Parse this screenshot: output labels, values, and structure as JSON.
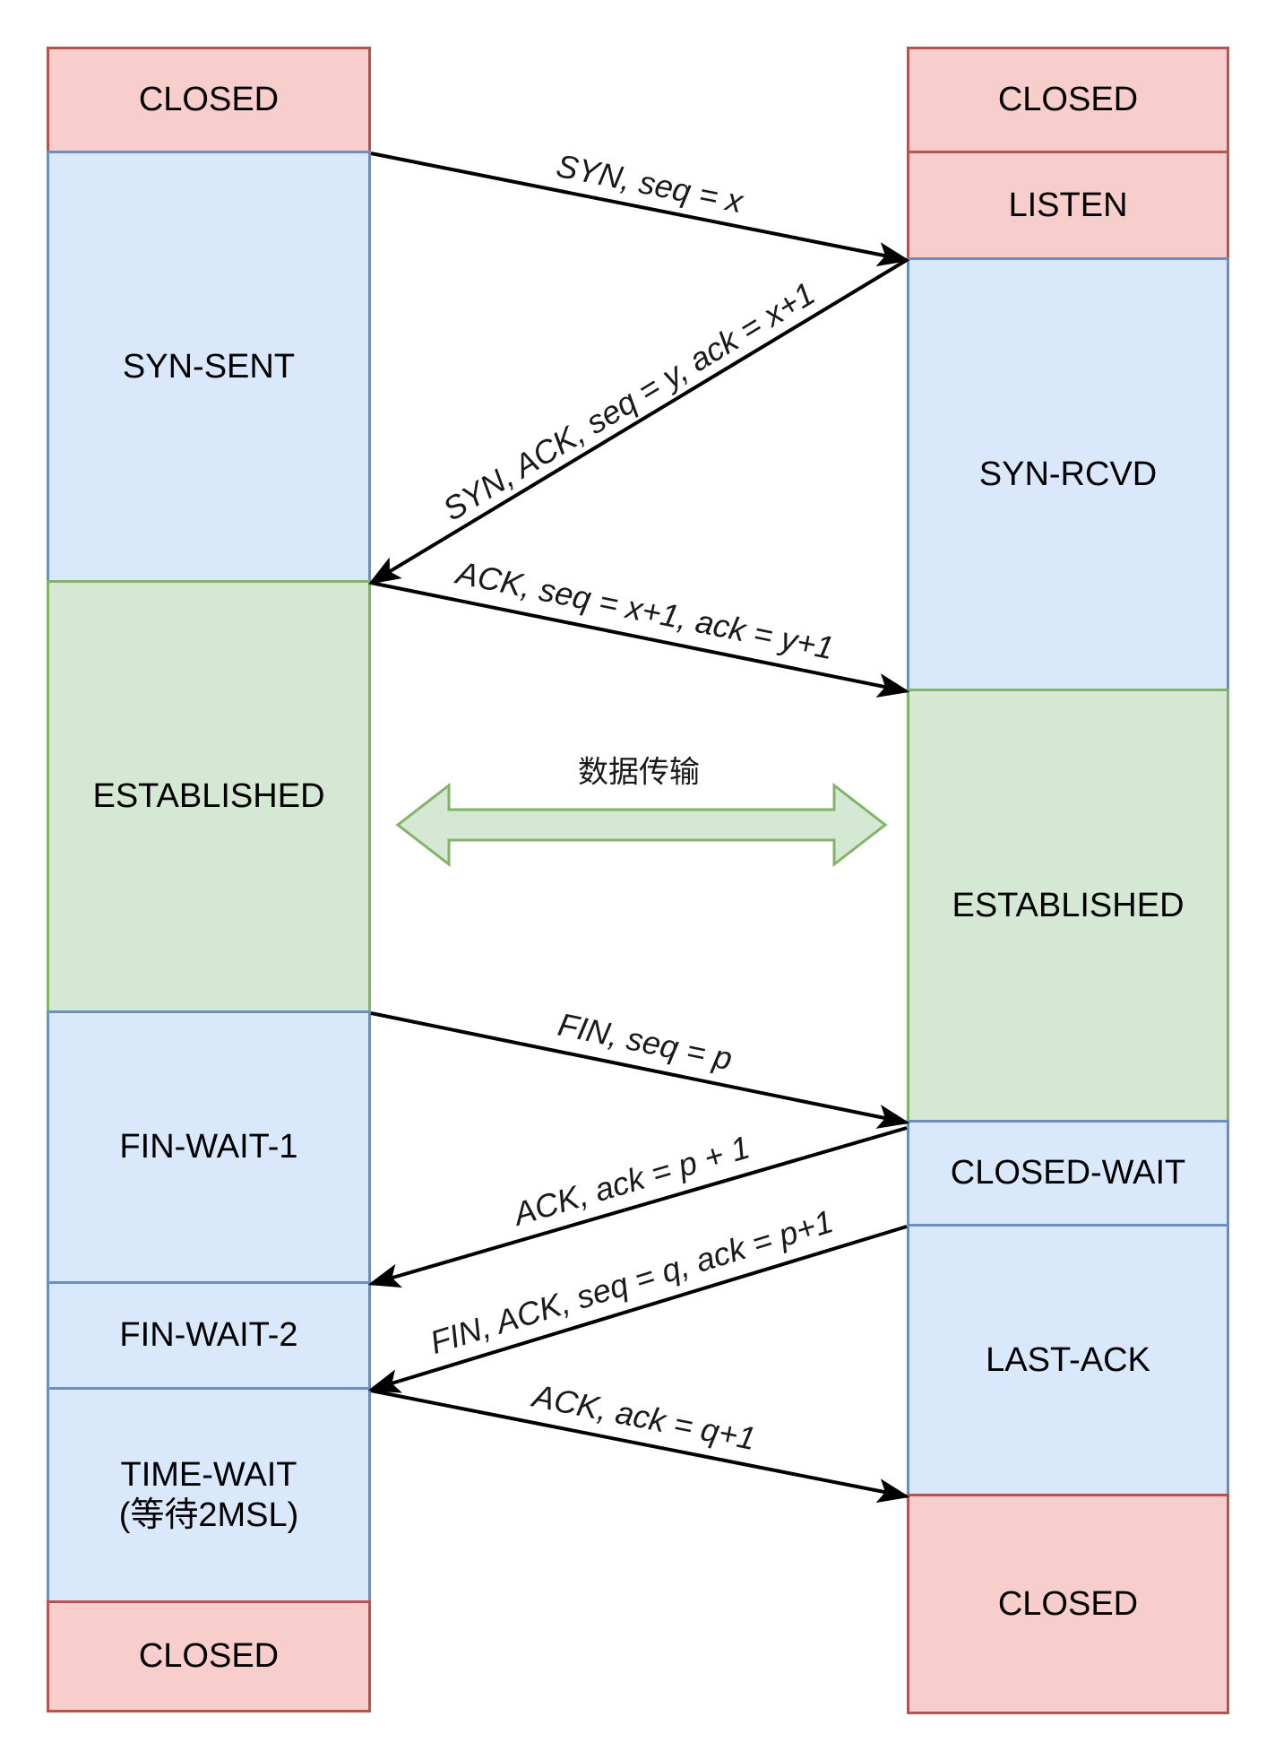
{
  "diagram": {
    "type": "tcp-connection-sequence",
    "client_states": [
      {
        "label": "CLOSED",
        "color": "red"
      },
      {
        "label": "SYN-SENT",
        "color": "blue"
      },
      {
        "label": "ESTABLISHED",
        "color": "green"
      },
      {
        "label": "FIN-WAIT-1",
        "color": "blue"
      },
      {
        "label": "FIN-WAIT-2",
        "color": "blue"
      },
      {
        "label": "TIME-WAIT",
        "sublabel": "(等待2MSL)",
        "color": "blue"
      },
      {
        "label": "CLOSED",
        "color": "red"
      }
    ],
    "server_states": [
      {
        "label": "CLOSED",
        "color": "red"
      },
      {
        "label": "LISTEN",
        "color": "red"
      },
      {
        "label": "SYN-RCVD",
        "color": "blue"
      },
      {
        "label": "ESTABLISHED",
        "color": "green"
      },
      {
        "label": "CLOSED-WAIT",
        "color": "blue"
      },
      {
        "label": "LAST-ACK",
        "color": "blue"
      },
      {
        "label": "CLOSED",
        "color": "red"
      }
    ],
    "messages": [
      {
        "label": "SYN, seq = x",
        "from": "client",
        "to": "server"
      },
      {
        "label": "SYN, ACK, seq = y, ack = x+1",
        "from": "server",
        "to": "client"
      },
      {
        "label": "ACK, seq = x+1, ack = y+1",
        "from": "client",
        "to": "server"
      },
      {
        "label": "FIN, seq = p",
        "from": "client",
        "to": "server"
      },
      {
        "label": "ACK, ack = p + 1",
        "from": "server",
        "to": "client"
      },
      {
        "label": "FIN, ACK, seq = q, ack = p+1",
        "from": "server",
        "to": "client"
      },
      {
        "label": "ACK, ack = q+1",
        "from": "client",
        "to": "server"
      }
    ],
    "data_transfer": {
      "label": "数据传输",
      "direction": "bidirectional"
    },
    "colors": {
      "closed_fill": "#f8cecc",
      "closed_stroke": "#b85450",
      "wait_fill": "#dae8fc",
      "wait_stroke": "#6c8ebf",
      "established_fill": "#d5e8d4",
      "established_stroke": "#82b366",
      "message_arrow": "#000000"
    }
  }
}
